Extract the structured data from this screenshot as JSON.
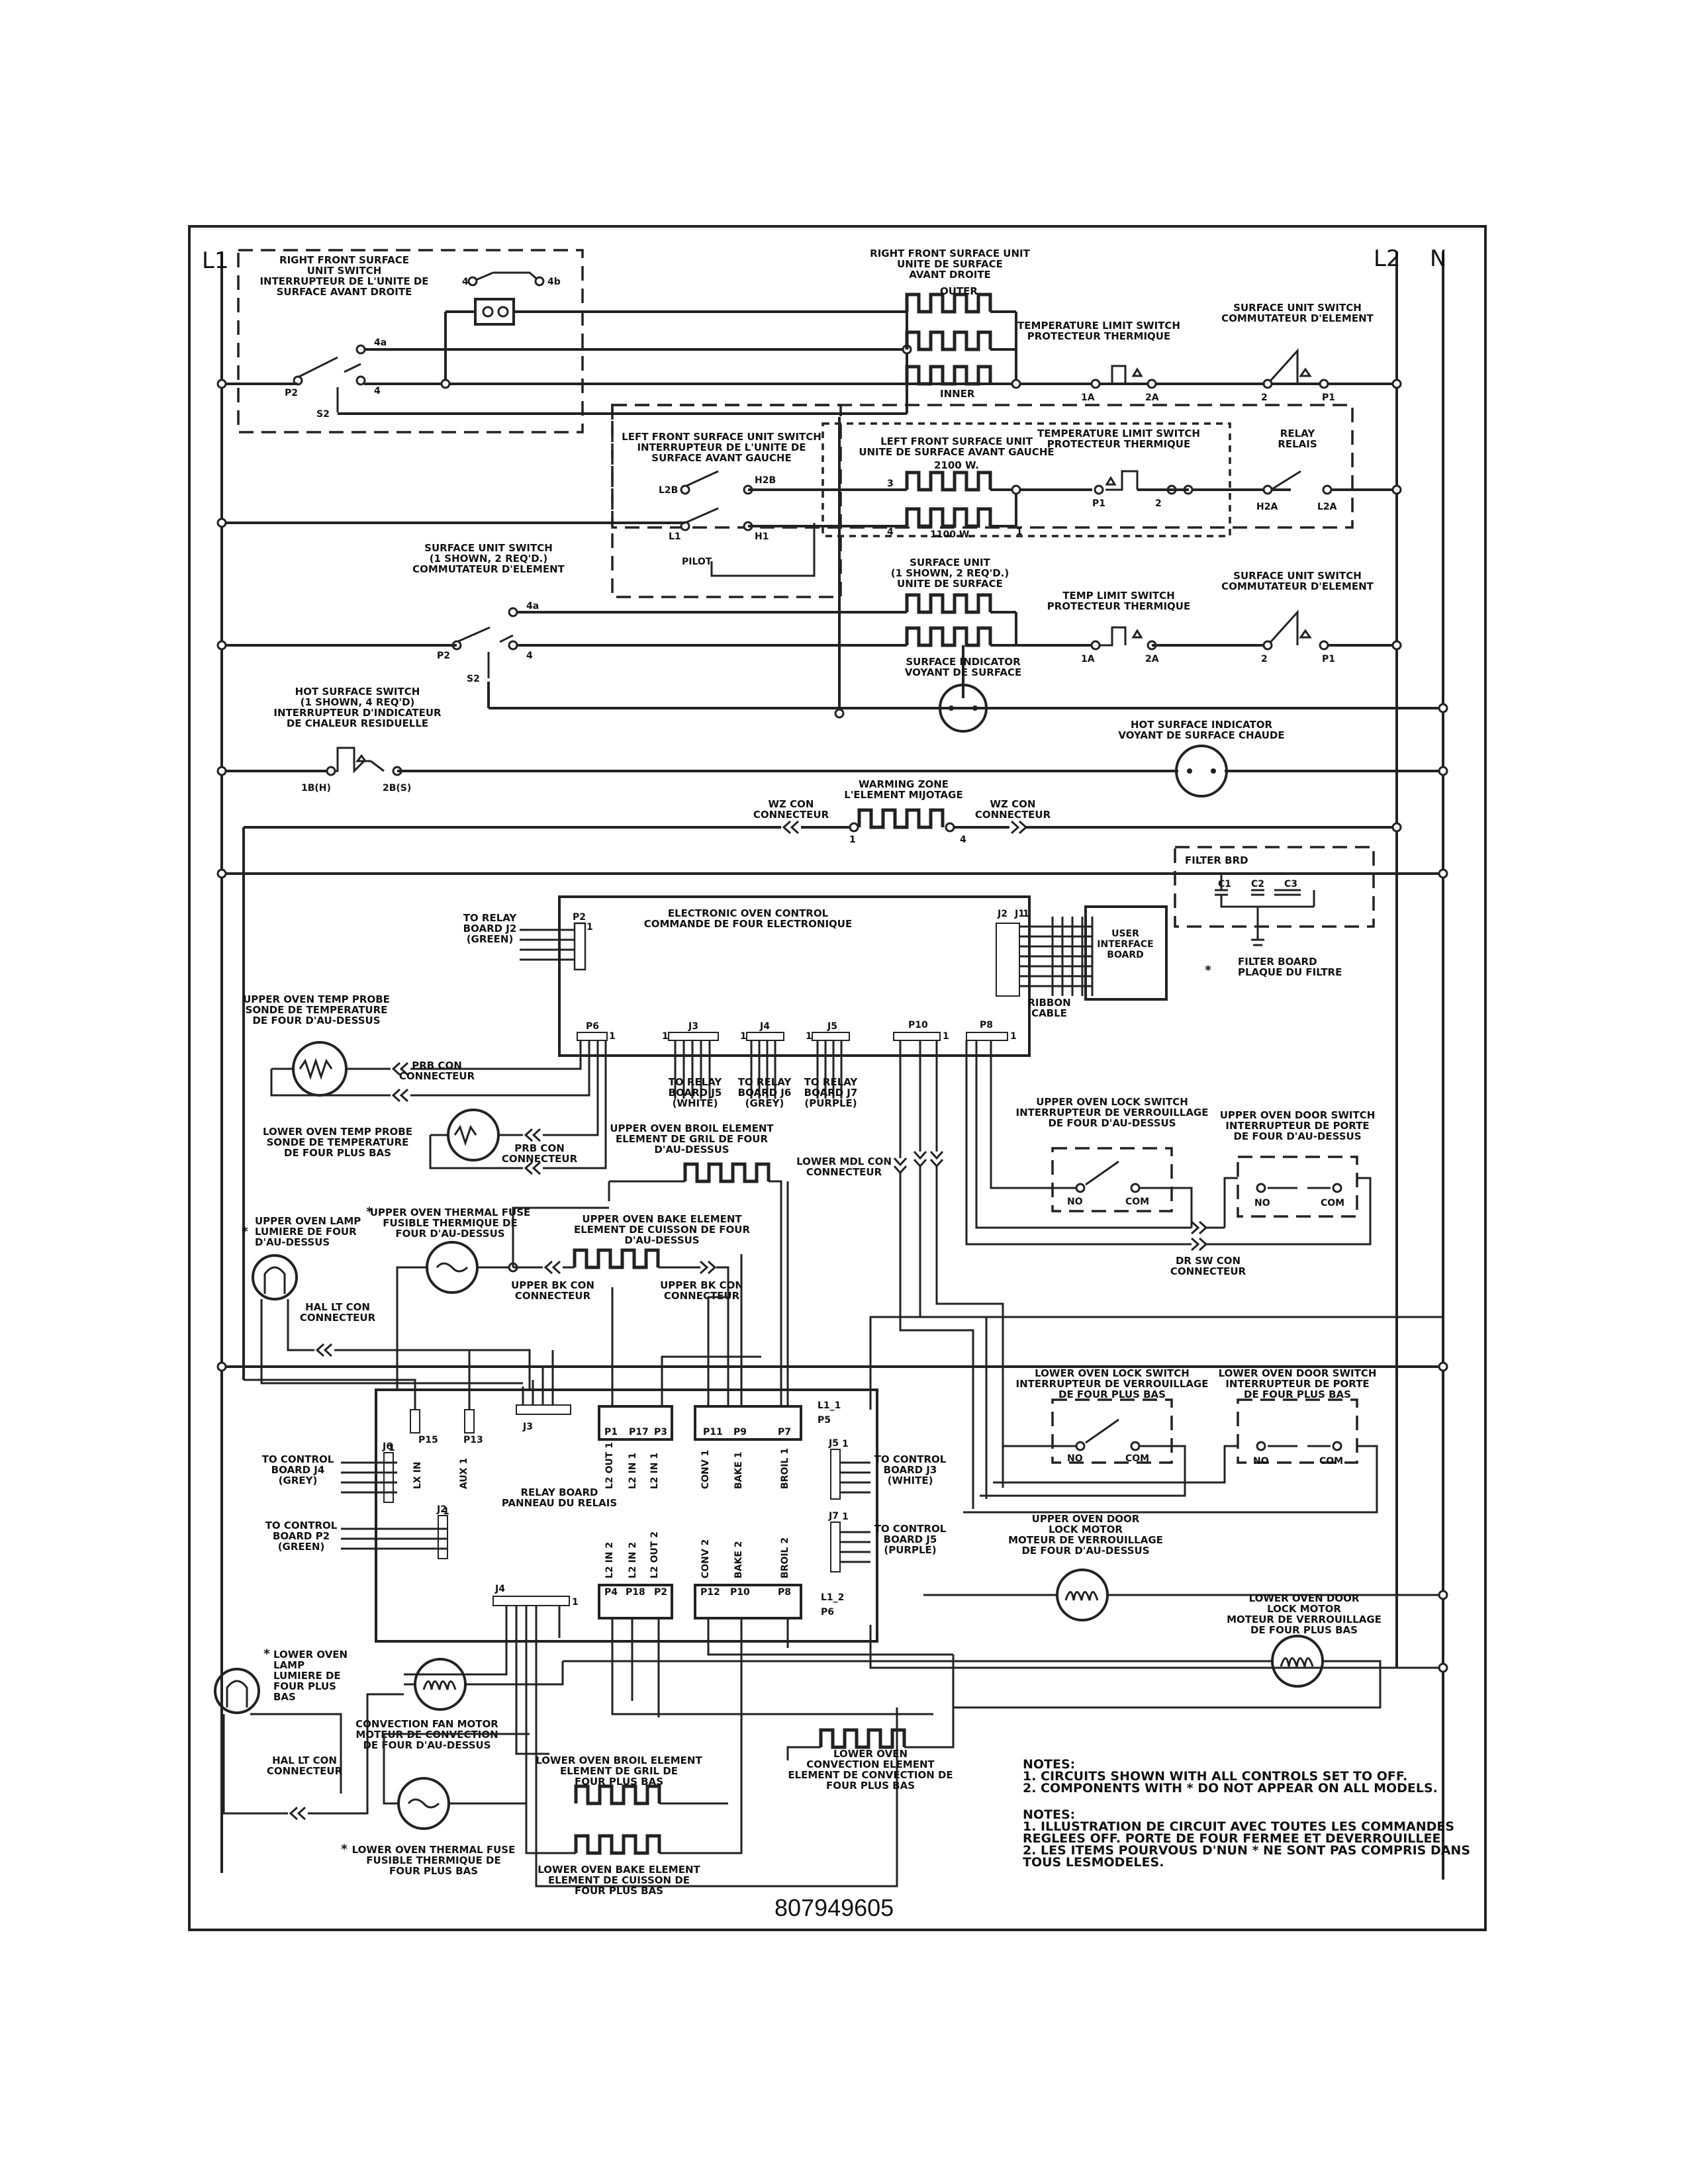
{
  "rails": {
    "l1": "L1",
    "l2": "L2",
    "n": "N"
  },
  "rf_switch": {
    "lines": [
      "RIGHT FRONT SURFACE",
      "UNIT SWITCH",
      "INTERRUPTEUR DE L'UNITE DE",
      "SURFACE AVANT DROITE"
    ],
    "pins": {
      "p4": "4",
      "p4b": "4b",
      "p4a": "4a",
      "p4l": "4",
      "p2": "P2",
      "s2": "S2"
    }
  },
  "rf_unit": {
    "lines": [
      "RIGHT FRONT SURFACE UNIT",
      "UNITE DE SURFACE",
      "AVANT DROITE"
    ],
    "outer": "OUTER",
    "inner": "INNER"
  },
  "tls1": {
    "lines": [
      "TEMPERATURE LIMIT SWITCH",
      "PROTECTEUR THERMIQUE"
    ],
    "p1": "1A",
    "p2": "2A"
  },
  "sus1": {
    "lines": [
      "SURFACE UNIT SWITCH",
      "COMMUTATEUR D'ELEMENT"
    ],
    "p1": "2",
    "p2": "P1"
  },
  "lf_switch": {
    "lines": [
      "LEFT FRONT SURFACE UNIT SWITCH",
      "INTERRUPTEUR DE L'UNITE DE",
      "SURFACE AVANT GAUCHE"
    ],
    "l2b": "L2B",
    "h2b": "H2B",
    "l1": "L1",
    "h1": "H1",
    "pilot": "PILOT"
  },
  "lf_unit": {
    "lines": [
      "LEFT FRONT SURFACE UNIT",
      "UNITE DE SURFACE AVANT GAUCHE"
    ],
    "w1": "2100 W.",
    "w2": "1100 W.",
    "p3": "3",
    "p4": "4",
    "p1": "1"
  },
  "tls2": {
    "lines": [
      "TEMPERATURE LIMIT SWITCH",
      "PROTECTEUR THERMIQUE"
    ],
    "p1": "P1",
    "p2": "2"
  },
  "relay": {
    "lines": [
      "RELAY",
      "RELAIS"
    ],
    "h2a": "H2A",
    "l2a": "L2A"
  },
  "sus_shown": {
    "lines": [
      "SURFACE UNIT SWITCH",
      "(1 SHOWN, 2 REQ'D.)",
      "COMMUTATEUR D'ELEMENT"
    ],
    "p4a": "4a",
    "p4": "4",
    "p2": "P2",
    "s2": "S2"
  },
  "surface_unit": {
    "lines": [
      "SURFACE UNIT",
      "(1 SHOWN, 2 REQ'D.)",
      "UNITE DE SURFACE"
    ]
  },
  "tls3": {
    "lines": [
      "TEMP LIMIT SWITCH",
      "PROTECTEUR THERMIQUE"
    ],
    "p1": "1A",
    "p2": "2A"
  },
  "sus2": {
    "lines": [
      "SURFACE UNIT SWITCH",
      "COMMUTATEUR D'ELEMENT"
    ],
    "p1": "2",
    "p2": "P1"
  },
  "surf_ind": {
    "lines": [
      "SURFACE INDICATOR",
      "VOYANT DE SURFACE"
    ]
  },
  "hot_sw": {
    "lines": [
      "HOT SURFACE SWITCH",
      "(1 SHOWN, 4 REQ'D)",
      "INTERRUPTEUR D'INDICATEUR",
      "DE CHALEUR RESIDUELLE"
    ],
    "p1": "1B(H)",
    "p2": "2B(S)"
  },
  "hot_ind": {
    "lines": [
      "HOT SURFACE INDICATOR",
      "VOYANT DE SURFACE CHAUDE"
    ]
  },
  "warm": {
    "lines": [
      "WARMING ZONE",
      "L'ELEMENT MIJOTAGE"
    ],
    "p1": "1",
    "p4": "4",
    "con_l": [
      "WZ CON",
      "CONNECTEUR"
    ],
    "con_r": [
      "WZ CON",
      "CONNECTEUR"
    ]
  },
  "filter": {
    "title": "FILTER BRD",
    "c1": "C1",
    "c2": "C2",
    "c3": "C3",
    "note": [
      "FILTER BOARD",
      "PLAQUE DU FILTRE"
    ]
  },
  "eoc": {
    "lines": [
      "ELECTRONIC OVEN CONTROL",
      "COMMANDE DE FOUR ELECTRONIQUE"
    ],
    "p2": "P2",
    "j2": "J2",
    "j1": "J1",
    "p6": "P6",
    "j3": "J3",
    "j4": "J4",
    "j5": "J5",
    "p10": "P10",
    "p8": "P8",
    "one": "1"
  },
  "to_relay_j2": [
    "TO RELAY",
    "BOARD J2",
    "(GREEN)"
  ],
  "ribbon": [
    "RIBBON",
    "CABLE"
  ],
  "uib": [
    "USER",
    "INTERFACE",
    "BOARD"
  ],
  "to_j5": [
    "TO RELAY",
    "BOARD J5",
    "(WHITE)"
  ],
  "to_j6": [
    "TO RELAY",
    "BOARD J6",
    "(GREY)"
  ],
  "to_j7": [
    "TO RELAY",
    "BOARD J7",
    "(PURPLE)"
  ],
  "uo_probe": [
    "UPPER OVEN TEMP PROBE",
    "SONDE DE TEMPERATURE",
    "DE FOUR D'AU-DESSUS"
  ],
  "prb1": [
    "PRB CON",
    "CONNECTEUR"
  ],
  "lo_probe": [
    "LOWER OVEN TEMP PROBE",
    "SONDE DE TEMPERATURE",
    "DE FOUR PLUS BAS"
  ],
  "prb2": [
    "PRB CON",
    "CONNECTEUR"
  ],
  "uo_broil": [
    "UPPER OVEN BROIL ELEMENT",
    "ELEMENT DE GRIL DE FOUR",
    "D'AU-DESSUS"
  ],
  "lower_mdl": [
    "LOWER MDL CON",
    "CONNECTEUR"
  ],
  "uo_lock": [
    "UPPER OVEN LOCK SWITCH",
    "INTERRUPTEUR DE VERROUILLAGE",
    "DE FOUR D'AU-DESSUS"
  ],
  "uo_door": [
    "UPPER OVEN DOOR SWITCH",
    "INTERRUPTEUR DE PORTE",
    "DE FOUR D'AU-DESSUS"
  ],
  "no": "NO",
  "com": "COM",
  "dr_sw": [
    "DR SW CON",
    "CONNECTEUR"
  ],
  "uo_fuse": [
    "UPPER OVEN THERMAL FUSE",
    "FUSIBLE THERMIQUE DE",
    "FOUR D'AU-DESSUS"
  ],
  "uo_lamp": [
    "UPPER OVEN LAMP",
    "LUMIERE DE FOUR",
    "D'AU-DESSUS"
  ],
  "uo_bake": [
    "UPPER OVEN BAKE ELEMENT",
    "ELEMENT DE CUISSON DE FOUR",
    "D'AU-DESSUS"
  ],
  "ubk1": [
    "UPPER BK CON",
    "CONNECTEUR"
  ],
  "ubk2": [
    "UPPER BK CON",
    "CONNECTEUR"
  ],
  "hal1": [
    "HAL LT CON",
    "CONNECTEUR"
  ],
  "lo_lock": [
    "LOWER OVEN LOCK SWITCH",
    "INTERRUPTEUR DE VERROUILLAGE",
    "DE FOUR PLUS BAS"
  ],
  "lo_door": [
    "LOWER OVEN DOOR SWITCH",
    "INTERRUPTEUR DE PORTE",
    "DE FOUR PLUS BAS"
  ],
  "relay_board": {
    "lines": [
      "RELAY BOARD",
      "PANNEAU DU RELAIS"
    ],
    "p15": "P15",
    "p13": "P13",
    "j3": "J3",
    "p1": "P1",
    "p17": "P17",
    "p3": "P3",
    "p11": "P11",
    "p9": "P9",
    "p7": "P7",
    "l1_1": "L1_1",
    "p5": "P5",
    "j6": "J6",
    "j5": "J5",
    "j2": "J2",
    "j7": "J7",
    "j4": "J4",
    "p4": "P4",
    "p18": "P18",
    "p2": "P2",
    "p12": "P12",
    "p10": "P10",
    "p8": "P8",
    "l1_2": "L1_2",
    "p6": "P6",
    "one": "1",
    "v_top": [
      "LX IN",
      "AUX 1",
      "L2 OUT 1",
      "L2 IN 1",
      "L2 IN 1",
      "CONV 1",
      "BAKE 1",
      "BROIL 1"
    ],
    "v_bot": [
      "L2 IN 2",
      "L2 IN 2",
      "L2 OUT 2",
      "CONV 2",
      "BAKE 2",
      "BROIL 2"
    ]
  },
  "to_cb_j4": [
    "TO CONTROL",
    "BOARD J4",
    "(GREY)"
  ],
  "to_cb_p2": [
    "TO CONTROL",
    "BOARD P2",
    "(GREEN)"
  ],
  "to_cb_j3": [
    "TO CONTROL",
    "BOARD J3",
    "(WHITE)"
  ],
  "to_cb_j5": [
    "TO CONTROL",
    "BOARD J5",
    "(PURPLE)"
  ],
  "uo_motor": [
    "UPPER OVEN DOOR",
    "LOCK MOTOR",
    "MOTEUR DE VERROUILLAGE",
    "DE FOUR D'AU-DESSUS"
  ],
  "lo_motor": [
    "LOWER OVEN DOOR",
    "LOCK MOTOR",
    "MOTEUR DE VERROUILLAGE",
    "DE FOUR PLUS BAS"
  ],
  "lo_lamp": [
    "LOWER OVEN",
    "LAMP",
    "LUMIERE DE",
    "FOUR PLUS",
    "BAS"
  ],
  "conv_fan": [
    "CONVECTION FAN MOTOR",
    "MOTEUR DE CONVECTION",
    "DE FOUR D'AU-DESSUS"
  ],
  "lo_conv": [
    "LOWER OVEN",
    "CONVECTION ELEMENT",
    "ELEMENT DE CONVECTION DE",
    "FOUR PLUS BAS"
  ],
  "hal2": [
    "HAL LT CON",
    "CONNECTEUR"
  ],
  "lo_broil": [
    "LOWER OVEN BROIL ELEMENT",
    "ELEMENT DE GRIL DE",
    "FOUR PLUS BAS"
  ],
  "lo_fuse": [
    "LOWER OVEN THERMAL FUSE",
    "FUSIBLE THERMIQUE DE",
    "FOUR PLUS BAS"
  ],
  "lo_bake": [
    "LOWER OVEN BAKE ELEMENT",
    "ELEMENT DE CUISSON DE",
    "FOUR PLUS BAS"
  ],
  "notes_en": [
    "NOTES:",
    "1.   CIRCUITS SHOWN WITH ALL CONTROLS SET TO OFF.",
    "2.   COMPONENTS WITH * DO NOT APPEAR ON ALL MODELS."
  ],
  "notes_fr": [
    "NOTES:",
    "1.   ILLUSTRATION DE CIRCUIT AVEC TOUTES LES COMMANDES",
    "      REGLEES OFF. PORTE DE FOUR FERMEE ET DEVERROUILLEE.",
    "2.   LES ITEMS POURVOUS D'NUN * NE SONT PAS COMPRIS DANS",
    "      TOUS LESMODELES."
  ],
  "part_number": "807949605"
}
